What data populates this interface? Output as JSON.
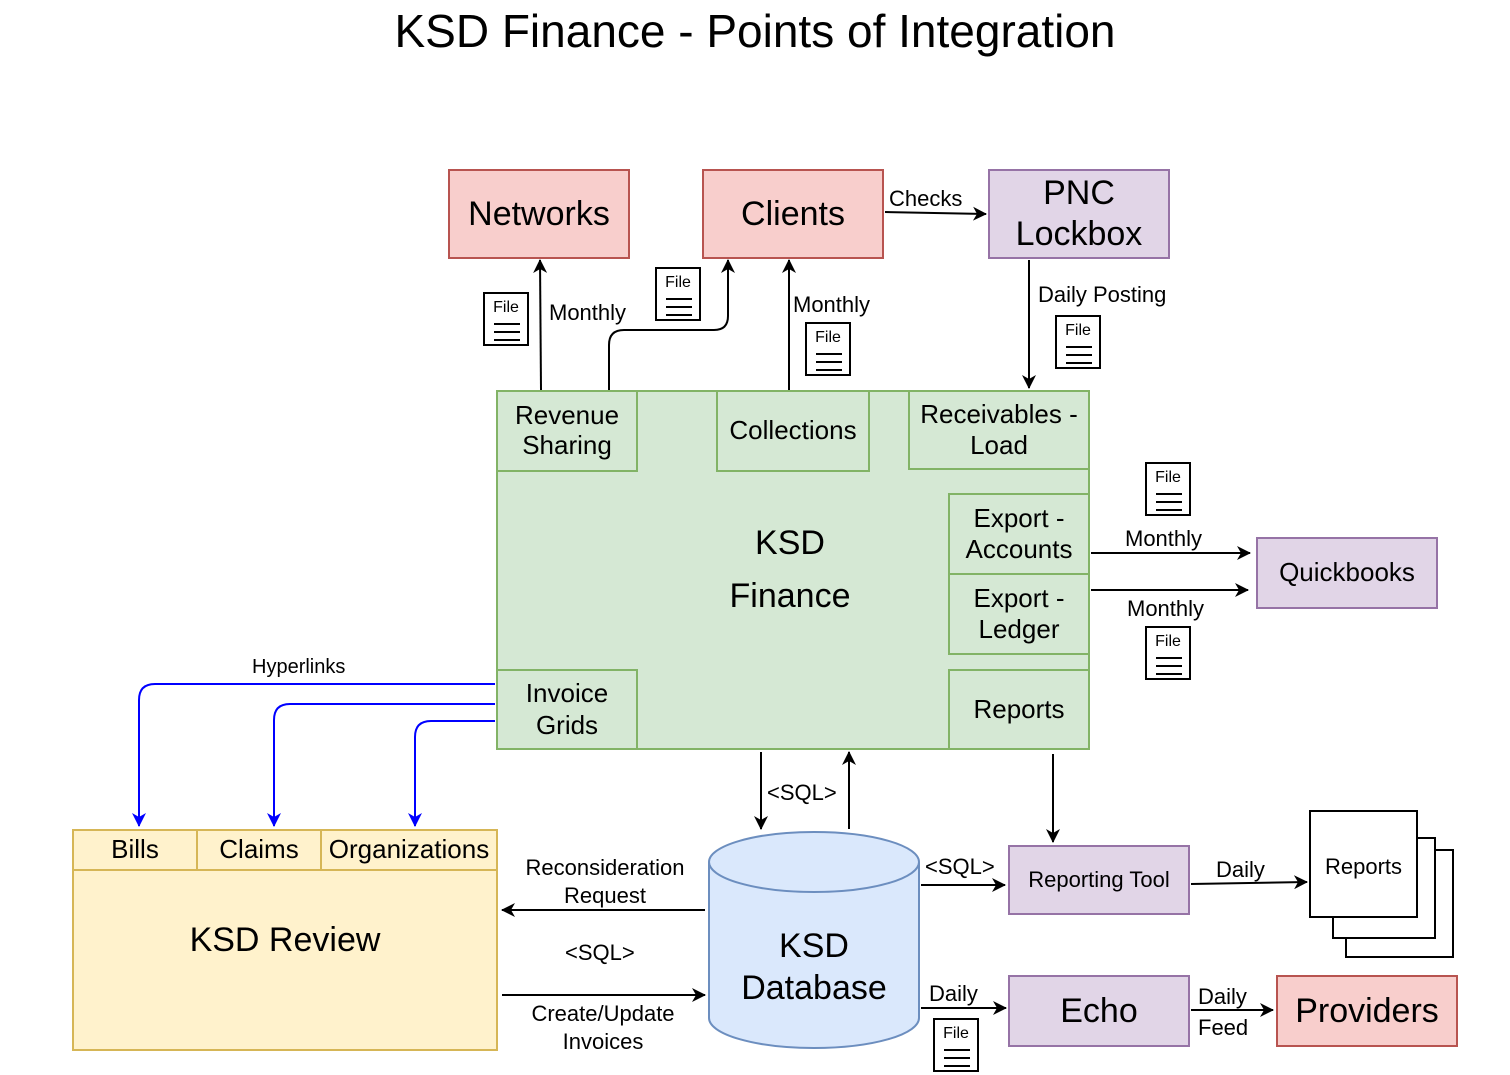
{
  "title": "KSD Finance - Points of Integration",
  "colors": {
    "external_fill": "#f8cecc",
    "external_stroke": "#b85450",
    "system_fill": "#e1d5e7",
    "system_stroke": "#9673a6",
    "finance_fill": "#d5e8d4",
    "finance_stroke": "#82b366",
    "review_fill": "#fff2cc",
    "review_stroke": "#d6b656",
    "database_fill": "#dae8fc",
    "database_stroke": "#6c8ebf",
    "hyperlink_arrow": "#0000ff"
  },
  "nodes": {
    "networks": "Networks",
    "clients": "Clients",
    "pnc_lockbox": "PNC Lockbox",
    "quickbooks": "Quickbooks",
    "reporting_tool": "Reporting Tool",
    "reports_doc": "Reports",
    "echo": "Echo",
    "providers": "Providers",
    "ksd_database": "KSD Database",
    "ksd_finance": "KSD Finance",
    "ksd_review": "KSD Review"
  },
  "finance_modules": {
    "revenue_sharing": "Revenue Sharing",
    "collections": "Collections",
    "receivables_load": "Receivables - Load",
    "export_accounts": "Export - Accounts",
    "export_ledger": "Export - Ledger",
    "invoice_grids": "Invoice Grids",
    "reports": "Reports"
  },
  "review_tabs": [
    "Bills",
    "Claims",
    "Organizations"
  ],
  "edge_labels": {
    "checks": "Checks",
    "monthly_networks": "Monthly",
    "monthly_clients": "Monthly",
    "daily_posting": "Daily Posting",
    "monthly_accounts": "Monthly",
    "monthly_ledger": "Monthly",
    "hyperlinks": "Hyperlinks",
    "sql_finance_db": "<SQL>",
    "reconsideration": "Reconsideration Request",
    "sql_review_db": "<SQL>",
    "create_update": "Create/Update Invoices",
    "sql_db_reporting": "<SQL>",
    "daily_reports": "Daily",
    "daily_echo": "Daily",
    "daily_feed": "Daily Feed"
  },
  "file_label": "File"
}
